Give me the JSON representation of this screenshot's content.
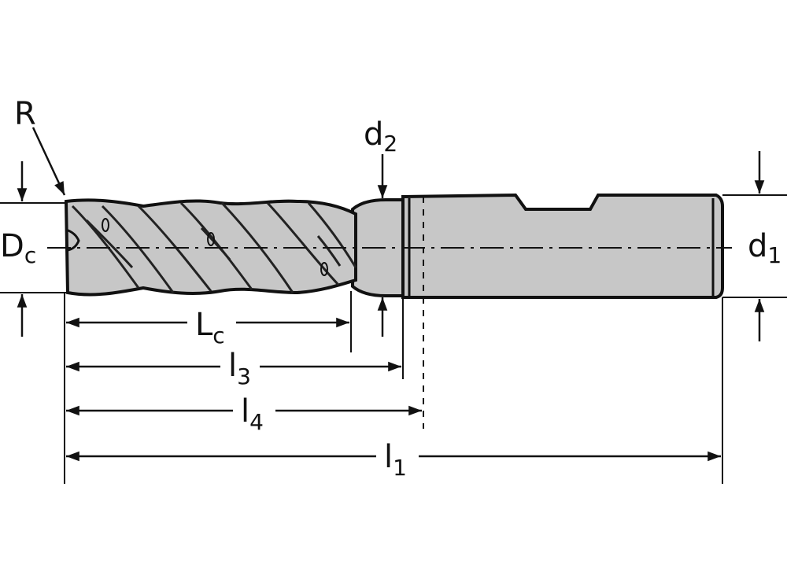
{
  "labels": {
    "R": "R",
    "Dc_main": "D",
    "Dc_sub": "c",
    "d2_main": "d",
    "d2_sub": "2",
    "d1_main": "d",
    "d1_sub": "1",
    "Lc_main": "L",
    "Lc_sub": "c",
    "l3_main": "l",
    "l3_sub": "3",
    "l4_main": "l",
    "l4_sub": "4",
    "l1_main": "l",
    "l1_sub": "1"
  },
  "colors": {
    "body_fill": "#c7c7c7",
    "line": "#111111"
  }
}
